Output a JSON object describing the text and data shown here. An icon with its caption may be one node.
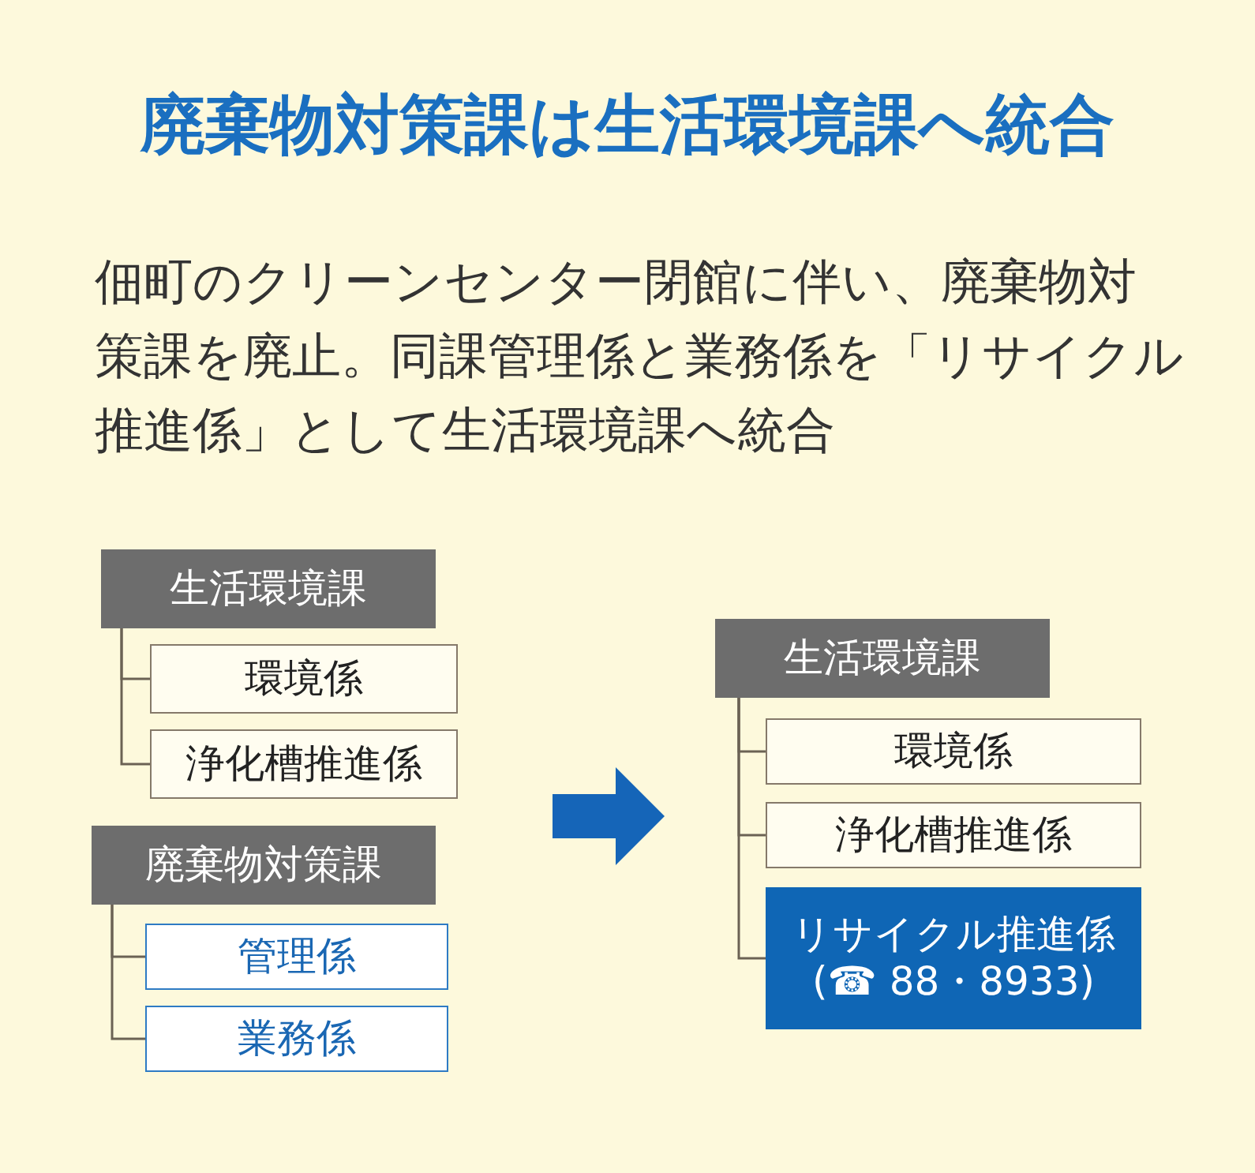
{
  "diagram": {
    "title": "廃棄物対策課は生活環境課へ統合",
    "nodes": [
      {
        "text": [
          "生活環境課"
        ]
      },
      {
        "text": [
          "環境係"
        ]
      },
      {
        "text": [
          "浄化槽推進係"
        ]
      },
      {
        "text": [
          "廃棄物対策課"
        ]
      },
      {
        "text": [
          "管理係"
        ]
      },
      {
        "text": [
          "業務係"
        ]
      },
      {
        "text": [
          "生活環境課"
        ]
      },
      {
        "text": [
          "環境係"
        ]
      },
      {
        "text": [
          "浄化槽推進係"
        ]
      },
      {
        "text": [
          "リサイクル推進係",
          "(☎ 88・8933)"
        ]
      }
    ],
    "edges": [
      {
        "from": 0,
        "to": 1,
        "arrow": "none"
      },
      {
        "from": 0,
        "to": 2,
        "arrow": "none"
      },
      {
        "from": 3,
        "to": 4,
        "arrow": "none"
      },
      {
        "from": 3,
        "to": 5,
        "arrow": "none"
      },
      {
        "from": 6,
        "to": 7,
        "arrow": "none"
      },
      {
        "from": 6,
        "to": 8,
        "arrow": "none"
      },
      {
        "from": 6,
        "to": 9,
        "arrow": "none"
      }
    ],
    "labels": [
      "佃町のクリーンセンター閉館に伴い、廃棄物対策課を廃止。同課管理係と業務係を「リサイクル推進係」として生活環境課へ統合"
    ]
  }
}
